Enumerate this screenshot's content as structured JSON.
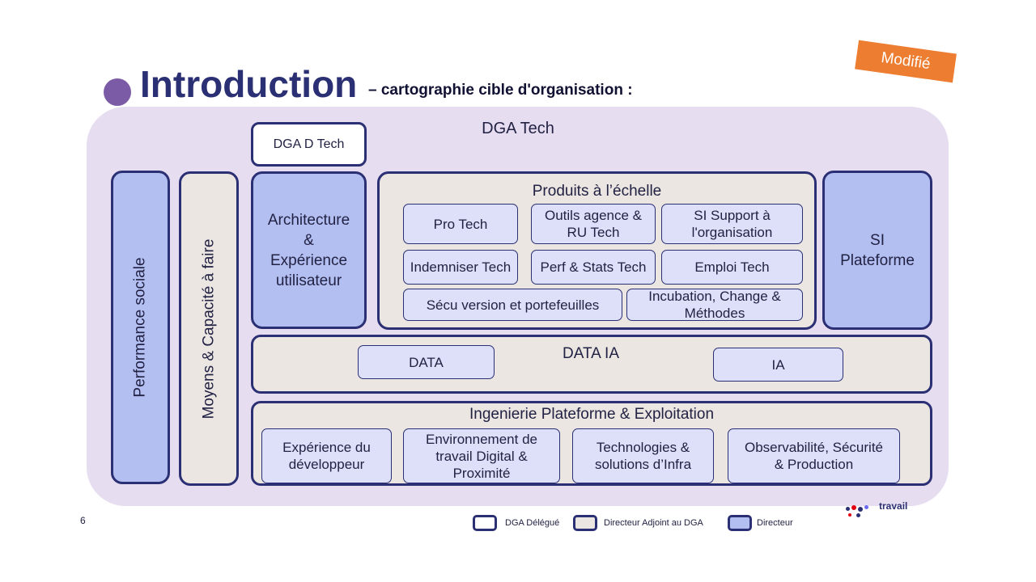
{
  "header": {
    "title": "Introduction",
    "subtitle": "– cartographie cible d'organisation :",
    "bullet_color": "#7b5aa6"
  },
  "stamp": {
    "label": "Modifié",
    "color": "#ed7d31"
  },
  "org": {
    "root_label": "DGA Tech",
    "dga_d_tech": "DGA D Tech",
    "performance_sociale": "Performance sociale",
    "moyens": "Moyens & Capacité à faire",
    "architecture_lines": [
      "Architecture",
      "&",
      "Expérience",
      "utilisateur"
    ],
    "produits": {
      "title": "Produits à l’échelle",
      "items": [
        "Pro Tech",
        "Outils agence & RU Tech",
        "SI Support à l'organisation",
        "Indemniser Tech",
        "Perf & Stats Tech",
        "Emploi Tech",
        "Sécu version et portefeuilles",
        "Incubation, Change & Méthodes"
      ]
    },
    "si_plateforme_lines": [
      "SI",
      "Plateforme"
    ],
    "data_ia": {
      "title": "DATA IA",
      "data": "DATA",
      "ia": "IA"
    },
    "ingenierie": {
      "title": "Ingenierie Plateforme & Exploitation",
      "items": [
        "Expérience du développeur",
        "Environnement de travail Digital & Proximité",
        "Technologies & solutions d’Infra",
        "Observabilité, Sécurité & Production"
      ]
    }
  },
  "legend": [
    {
      "label": "DGA Délégué",
      "fill": "#ffffff"
    },
    {
      "label": "Directeur Adjoint au DGA",
      "fill": "#ebe6e1"
    },
    {
      "label": "Directeur",
      "fill": "#b3bff0"
    }
  ],
  "footer": {
    "page_number": "6",
    "logo_text": "travail"
  },
  "colors": {
    "navy": "#2b2f73",
    "panel": "#e6def0",
    "beige": "#ebe6e1",
    "director_blue": "#b3bff0",
    "sub_blue": "#dde0f8"
  }
}
